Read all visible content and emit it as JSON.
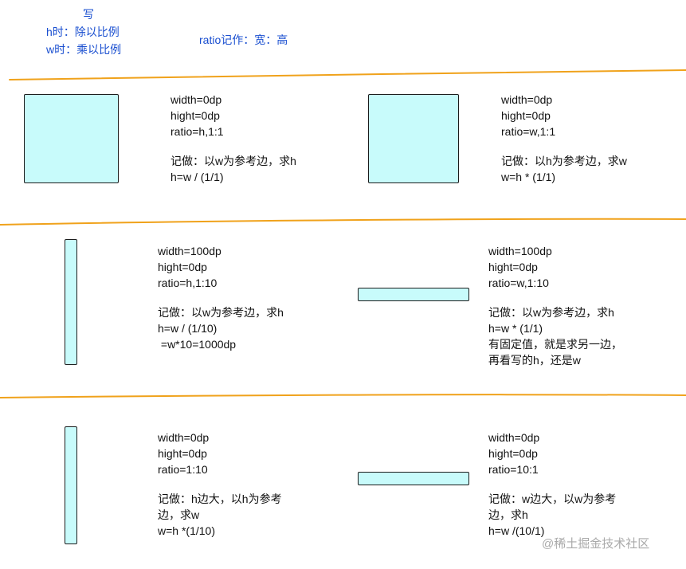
{
  "header": {
    "title": "写",
    "h_rule": "h时：除以比例",
    "w_rule": "w时：乘以比例",
    "ratio_note": "ratio记作：宽：高"
  },
  "colors": {
    "header_text": "#1a4fd0",
    "divider": "#f0a21b",
    "shape_fill": "#c8fbfb",
    "shape_border": "#1b1b1b",
    "watermark": "#a9a9a9"
  },
  "rows": [
    {
      "left": {
        "shape": "square",
        "lines": [
          "width=0dp",
          "hight=0dp",
          "ratio=h,1:1"
        ],
        "notes": [
          "记做：以w为参考边，求h",
          "h=w / (1/1)"
        ]
      },
      "right": {
        "shape": "square",
        "lines": [
          "width=0dp",
          "hight=0dp",
          "ratio=w,1:1"
        ],
        "notes": [
          "记做：以h为参考边，求w",
          "w=h * (1/1)"
        ]
      }
    },
    {
      "left": {
        "shape": "tall-bar",
        "lines": [
          "width=100dp",
          "hight=0dp",
          "ratio=h,1:10"
        ],
        "notes": [
          "记做：以w为参考边，求h",
          "h=w / (1/10)",
          " =w*10=1000dp"
        ]
      },
      "right": {
        "shape": "wide-bar",
        "lines": [
          "width=100dp",
          "hight=0dp",
          "ratio=w,1:10"
        ],
        "notes": [
          "记做：以w为参考边，求h",
          "h=w * (1/1)",
          "有固定值，就是求另一边，",
          "再看写的h，还是w"
        ]
      }
    },
    {
      "left": {
        "shape": "tall-bar",
        "lines": [
          "width=0dp",
          "hight=0dp",
          "ratio=1:10"
        ],
        "notes": [
          "记做：h边大，以h为参考",
          "边，求w",
          "w=h *(1/10)"
        ]
      },
      "right": {
        "shape": "wide-bar",
        "lines": [
          "width=0dp",
          "hight=0dp",
          "ratio=10:1"
        ],
        "notes": [
          "记做：w边大，以w为参考",
          "边，求h",
          "h=w /(10/1)"
        ]
      }
    }
  ],
  "watermark": "@稀土掘金技术社区"
}
